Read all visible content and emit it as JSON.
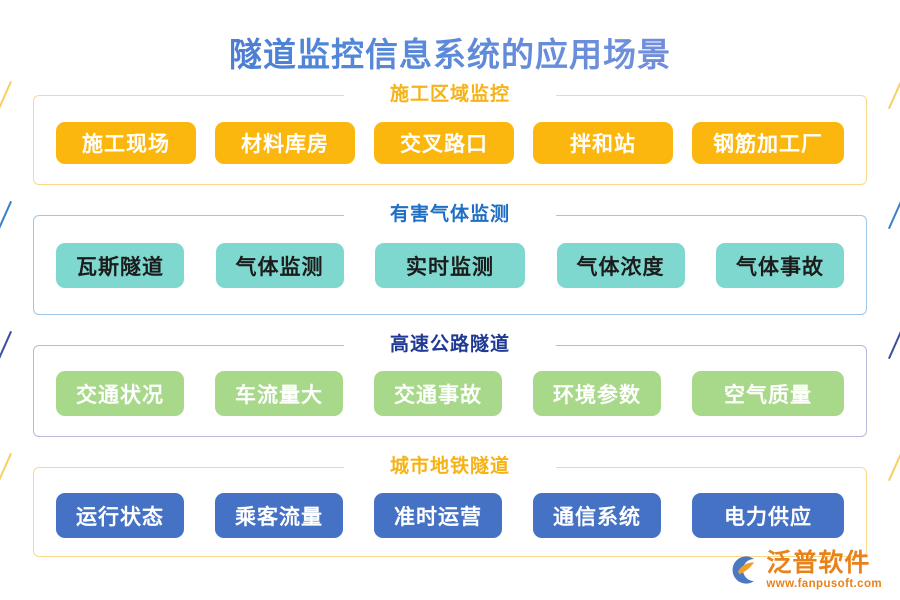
{
  "page": {
    "title": "隧道监控信息系统的应用场景",
    "title_color": "#4a62c8",
    "background": "#ffffff"
  },
  "sections": [
    {
      "label": "施工区域监控",
      "label_color": "#f5b318",
      "border_color": "#fbd98a",
      "chip_bg": "#fcb70f",
      "chip_text_color": "#ffffff",
      "items": [
        {
          "label": "施工现场"
        },
        {
          "label": "材料库房"
        },
        {
          "label": "交叉路口"
        },
        {
          "label": "拌和站"
        },
        {
          "label": "钢筋加工厂"
        }
      ]
    },
    {
      "label": "有害气体监测",
      "label_color": "#1f6fc4",
      "border_color": "#9fc6e8",
      "chip_bg": "#7fd8cf",
      "chip_text_color": "#1c1c1c",
      "items": [
        {
          "label": "瓦斯隧道"
        },
        {
          "label": "气体监测"
        },
        {
          "label": "实时监测"
        },
        {
          "label": "气体浓度"
        },
        {
          "label": "气体事故"
        }
      ]
    },
    {
      "label": "高速公路隧道",
      "label_color": "#1f3a93",
      "border_color": "#b7b9dd",
      "chip_bg": "#a8d88a",
      "chip_text_color": "#ffffff",
      "items": [
        {
          "label": "交通状况"
        },
        {
          "label": "车流量大"
        },
        {
          "label": "交通事故"
        },
        {
          "label": "环境参数"
        },
        {
          "label": "空气质量"
        }
      ]
    },
    {
      "label": "城市地铁隧道",
      "label_color": "#f5b318",
      "border_color": "#fbd98a",
      "chip_bg": "#4572c4",
      "chip_text_color": "#ffffff",
      "items": [
        {
          "label": "运行状态"
        },
        {
          "label": "乘客流量"
        },
        {
          "label": "准时运营"
        },
        {
          "label": "通信系统"
        },
        {
          "label": "电力供应"
        }
      ]
    }
  ],
  "logo": {
    "name": "泛普软件",
    "url": "www.fanpusoft.com",
    "name_color": "#e8821a",
    "mark_colors": {
      "ring": "#4a79c4",
      "swoosh": "#f0a02a"
    }
  }
}
